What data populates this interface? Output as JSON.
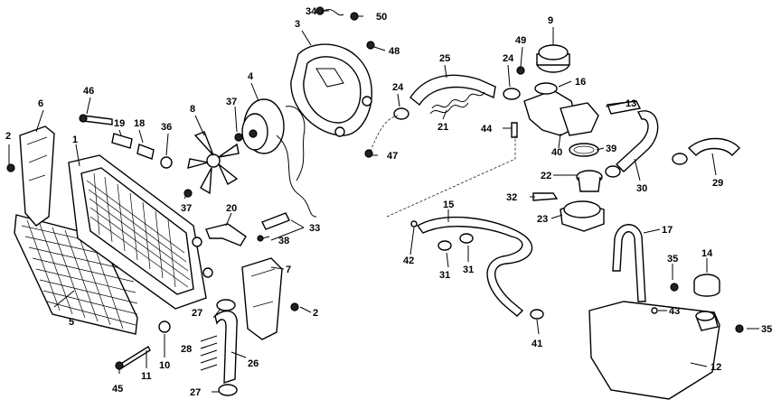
{
  "labels": {
    "l1": "1",
    "l2a": "2",
    "l2b": "2",
    "l3": "3",
    "l4": "4",
    "l5": "5",
    "l6": "6",
    "l7": "7",
    "l8": "8",
    "l9": "9",
    "l10": "10",
    "l11": "11",
    "l12": "12",
    "l13": "13",
    "l14": "14",
    "l15": "15",
    "l16": "16",
    "l17": "17",
    "l18": "18",
    "l19": "19",
    "l20": "20",
    "l21": "21",
    "l22": "22",
    "l23": "23",
    "l24a": "24",
    "l24b": "24",
    "l25": "25",
    "l26": "26",
    "l27a": "27",
    "l27b": "27",
    "l28": "28",
    "l29": "29",
    "l30": "30",
    "l31a": "31",
    "l31b": "31",
    "l32": "32",
    "l33": "33",
    "l34": "34",
    "l35a": "35",
    "l35b": "35",
    "l36": "36",
    "l37a": "37",
    "l37b": "37",
    "l38": "38",
    "l39": "39",
    "l40": "40",
    "l41": "41",
    "l42": "42",
    "l43": "43",
    "l44": "44",
    "l45": "45",
    "l46": "46",
    "l47": "47",
    "l48": "48",
    "l49": "49",
    "l50": "50"
  }
}
